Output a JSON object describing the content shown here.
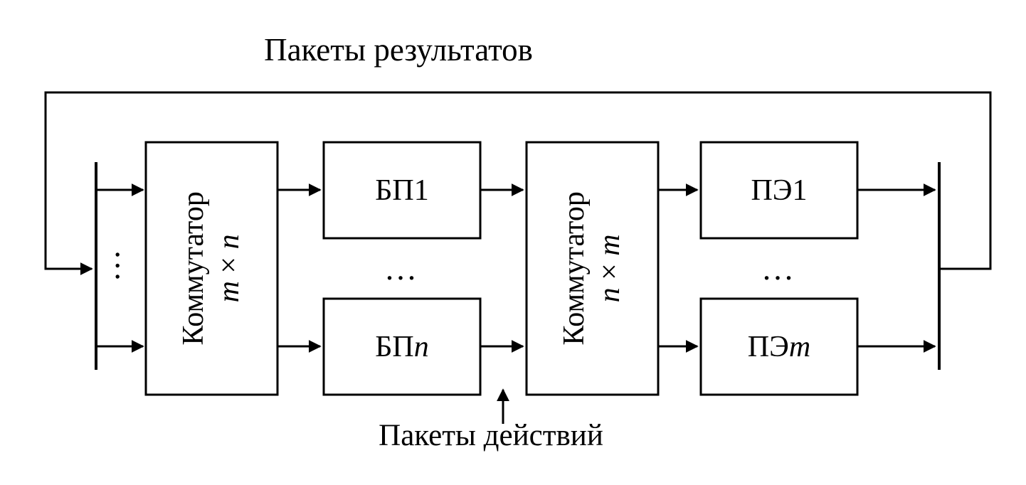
{
  "diagram": {
    "title": "Пакеты результатов",
    "bottom_label": "Пакеты действий",
    "left_bus_ellipsis": "...",
    "bp_ellipsis": "...",
    "pe_ellipsis": "...",
    "commutator1": {
      "name": "Коммутатор",
      "dim_left": "m",
      "dim_times": " × ",
      "dim_right": "n"
    },
    "commutator2": {
      "name": "Коммутатор",
      "dim_left": "n",
      "dim_times": " × ",
      "dim_right": "m"
    },
    "bp_top": {
      "prefix": "БП ",
      "index": "1"
    },
    "bp_bottom": {
      "prefix": "БП ",
      "index": "n"
    },
    "pe_top": {
      "prefix": "ПЭ ",
      "index": "1"
    },
    "pe_bottom": {
      "prefix": "ПЭ ",
      "index": "m"
    },
    "colors": {
      "line": "#000000",
      "background": "#ffffff"
    }
  }
}
